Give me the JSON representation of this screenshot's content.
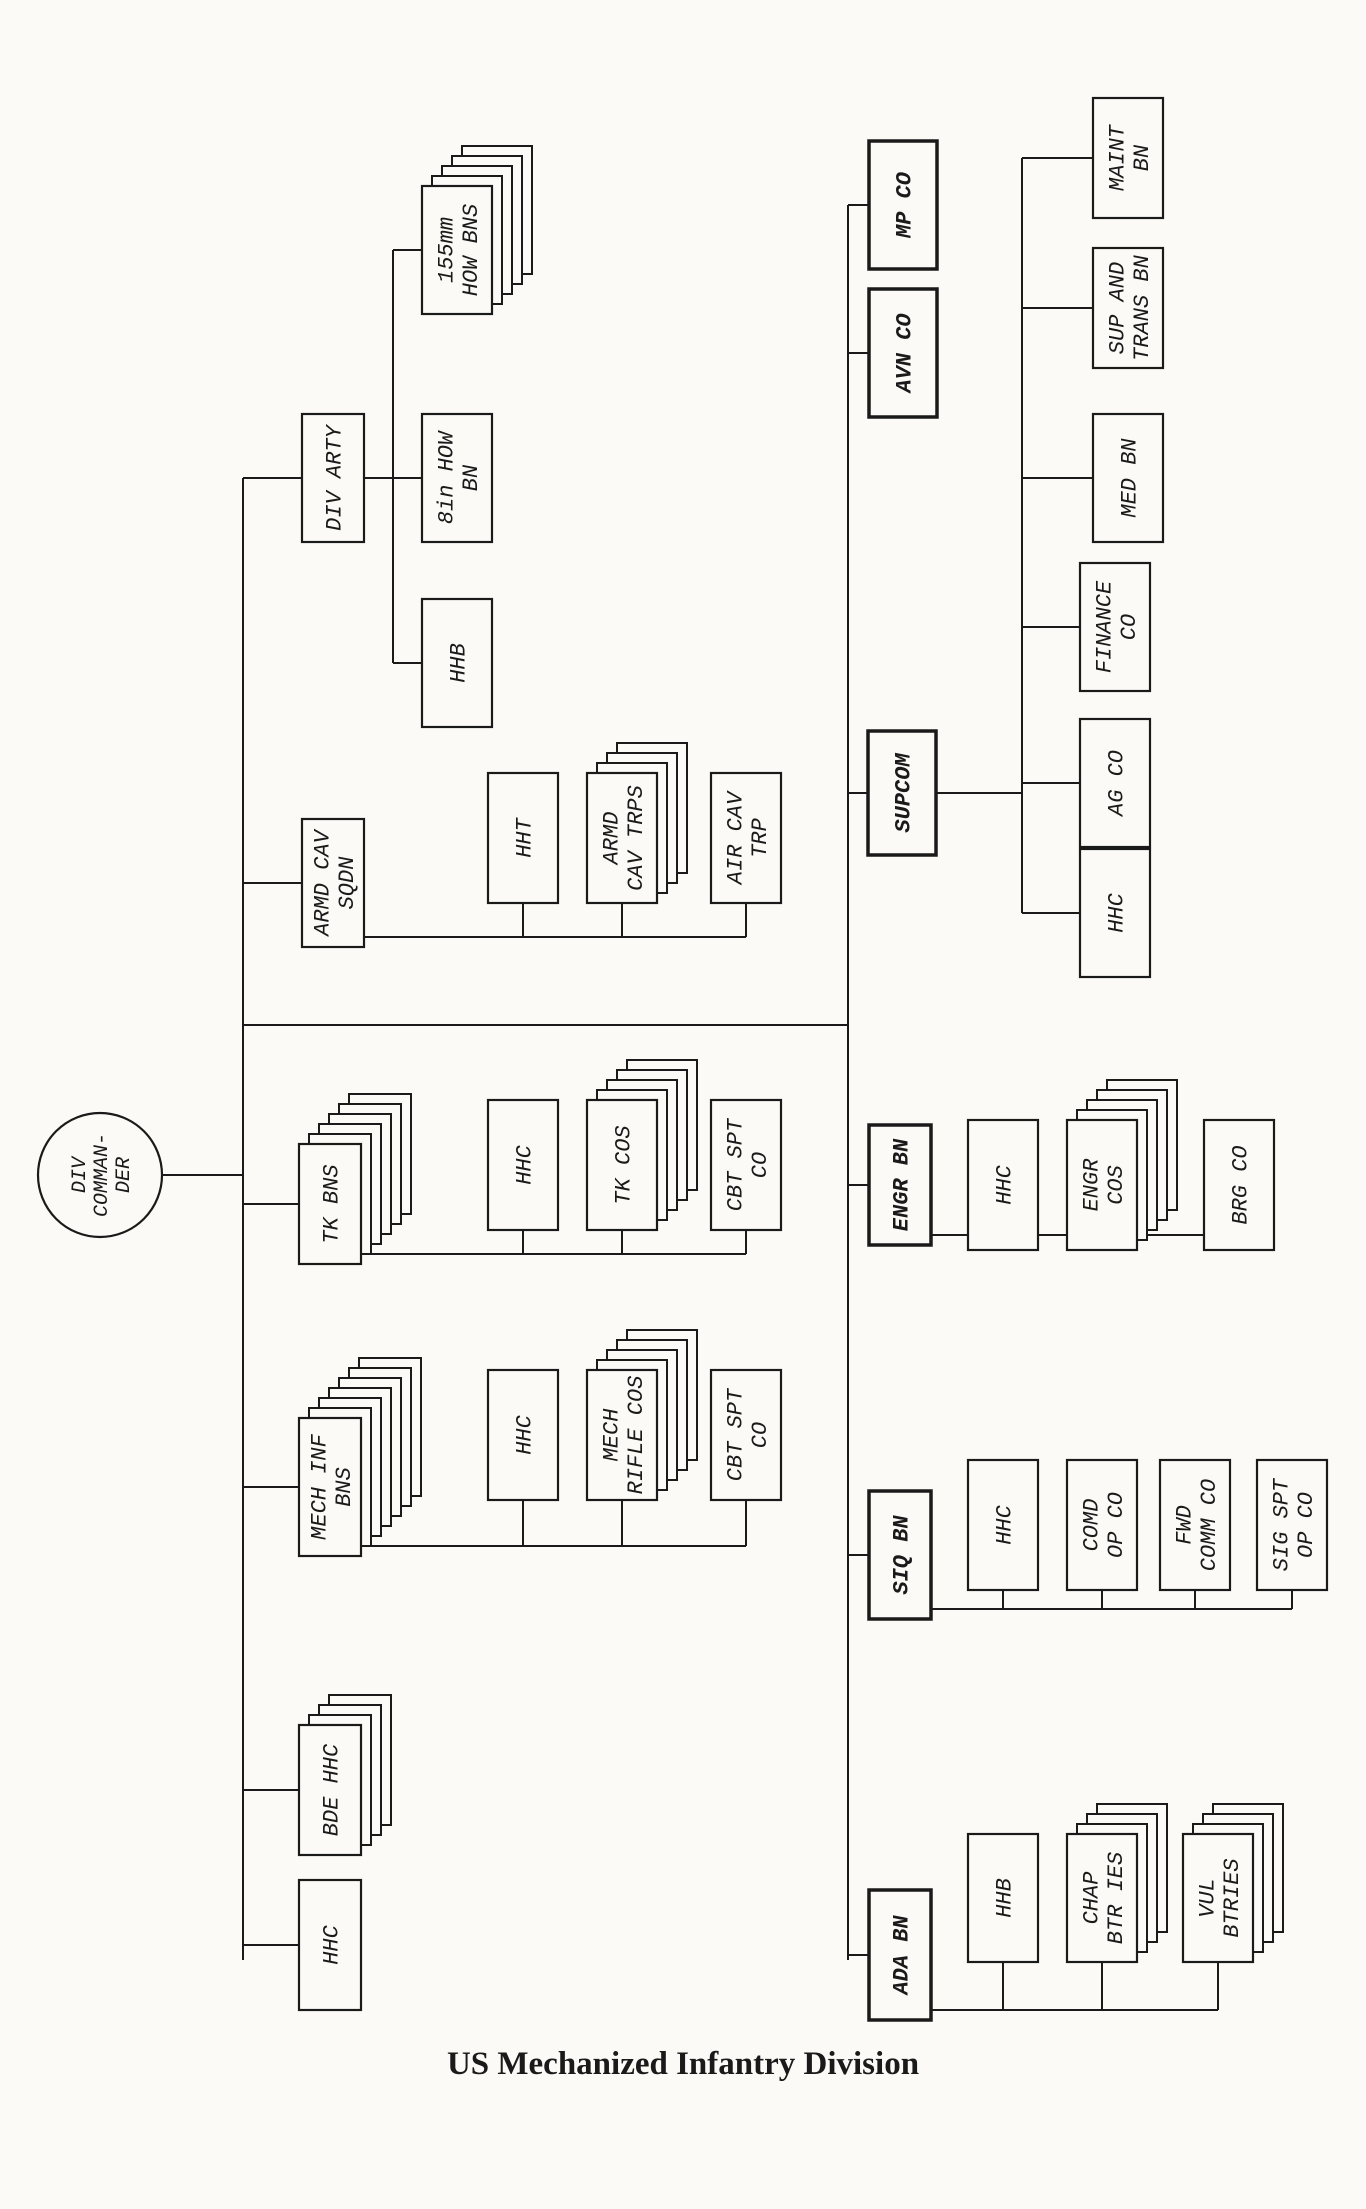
{
  "title": "US Mechanized Infantry Division",
  "root": {
    "label": [
      "DIV",
      "COMMAN-",
      "DER"
    ]
  },
  "top_units": [
    {
      "id": "hhc",
      "label": [
        "HHC"
      ],
      "stack": 0,
      "children": []
    },
    {
      "id": "bde-hhc",
      "label": [
        "BDE HHC"
      ],
      "stack": 3,
      "children": []
    },
    {
      "id": "mech-inf-bns",
      "label": [
        "MECH INF",
        "BNS"
      ],
      "stack": 6,
      "children": [
        {
          "id": "mech-hhc",
          "label": [
            "HHC"
          ],
          "stack": 0
        },
        {
          "id": "mech-rifle-cos",
          "label": [
            "MECH",
            "RIFLE COS"
          ],
          "stack": 4
        },
        {
          "id": "mech-cbt-spt-co",
          "label": [
            "CBT SPT",
            "CO"
          ],
          "stack": 0
        }
      ]
    },
    {
      "id": "tk-bns",
      "label": [
        "TK BNS"
      ],
      "stack": 5,
      "children": [
        {
          "id": "tk-hhc",
          "label": [
            "HHC"
          ],
          "stack": 0
        },
        {
          "id": "tk-cos",
          "label": [
            "TK COS"
          ],
          "stack": 4
        },
        {
          "id": "tk-cbt-spt-co",
          "label": [
            "CBT SPT",
            "CO"
          ],
          "stack": 0
        }
      ]
    },
    {
      "id": "armd-cav-sqdn",
      "label": [
        "ARMD CAV",
        "SQDN"
      ],
      "stack": 0,
      "children": [
        {
          "id": "hht",
          "label": [
            "HHT"
          ],
          "stack": 0
        },
        {
          "id": "armd-cav-trps",
          "label": [
            "ARMD",
            "CAV TRPS"
          ],
          "stack": 3
        },
        {
          "id": "air-cav-trp",
          "label": [
            "AIR CAV",
            "TRP"
          ],
          "stack": 0
        }
      ]
    },
    {
      "id": "div-arty",
      "label": [
        "DIV ARTY"
      ],
      "stack": 0,
      "children": [
        {
          "id": "hhb-arty",
          "label": [
            "HHB"
          ],
          "stack": 0
        },
        {
          "id": "8in-how-bn",
          "label": [
            "8in HOW",
            "BN"
          ],
          "stack": 0
        },
        {
          "id": "155mm-how-bns",
          "label": [
            "155mm",
            "HOW BNS"
          ],
          "stack": 4
        }
      ]
    }
  ],
  "bottom_units": [
    {
      "id": "ada-bn",
      "label": [
        "ADA BN"
      ],
      "stack": 0,
      "children": [
        {
          "id": "ada-hhb",
          "label": [
            "HHB"
          ],
          "stack": 0
        },
        {
          "id": "chap-btries",
          "label": [
            "CHAP",
            "BTR IES"
          ],
          "stack": 3
        },
        {
          "id": "vul-btries",
          "label": [
            "VUL",
            "BTRIES"
          ],
          "stack": 3
        }
      ]
    },
    {
      "id": "sig-bn",
      "label": [
        "SIQ BN"
      ],
      "stack": 0,
      "children": [
        {
          "id": "sig-hhc",
          "label": [
            "HHC"
          ],
          "stack": 0
        },
        {
          "id": "comd-op-co",
          "label": [
            "COMD",
            "OP CO"
          ],
          "stack": 0
        },
        {
          "id": "fwd-comm-co",
          "label": [
            "FWD",
            "COMM CO"
          ],
          "stack": 0
        },
        {
          "id": "sig-spt-op-co",
          "label": [
            "SIG SPT",
            "OP CO"
          ],
          "stack": 0
        }
      ]
    },
    {
      "id": "engr-bn",
      "label": [
        "ENGR BN"
      ],
      "stack": 0,
      "children": [
        {
          "id": "engr-hhc",
          "label": [
            "HHC"
          ],
          "stack": 0
        },
        {
          "id": "engr-cos",
          "label": [
            "ENGR",
            "COS"
          ],
          "stack": 4
        },
        {
          "id": "brg-co",
          "label": [
            "BRG CO"
          ],
          "stack": 0
        }
      ]
    },
    {
      "id": "supcom",
      "label": [
        "SUPCOM"
      ],
      "stack": 0,
      "children": [
        {
          "id": "supcom-hhc",
          "label": [
            "HHC"
          ],
          "stack": 0
        },
        {
          "id": "ag-co",
          "label": [
            "AG CO"
          ],
          "stack": 0
        },
        {
          "id": "finance-co",
          "label": [
            "FINANCE",
            "CO"
          ],
          "stack": 0
        },
        {
          "id": "med-bn",
          "label": [
            "MED BN"
          ],
          "stack": 0
        },
        {
          "id": "sup-trans-bn",
          "label": [
            "SUP AND",
            "TRANS BN"
          ],
          "stack": 0
        },
        {
          "id": "maint-bn",
          "label": [
            "MAINT",
            "BN"
          ],
          "stack": 0
        }
      ]
    },
    {
      "id": "avn-co",
      "label": [
        "AVN CO"
      ],
      "stack": 0,
      "children": []
    },
    {
      "id": "mp-co",
      "label": [
        "MP CO"
      ],
      "stack": 0,
      "children": []
    }
  ]
}
